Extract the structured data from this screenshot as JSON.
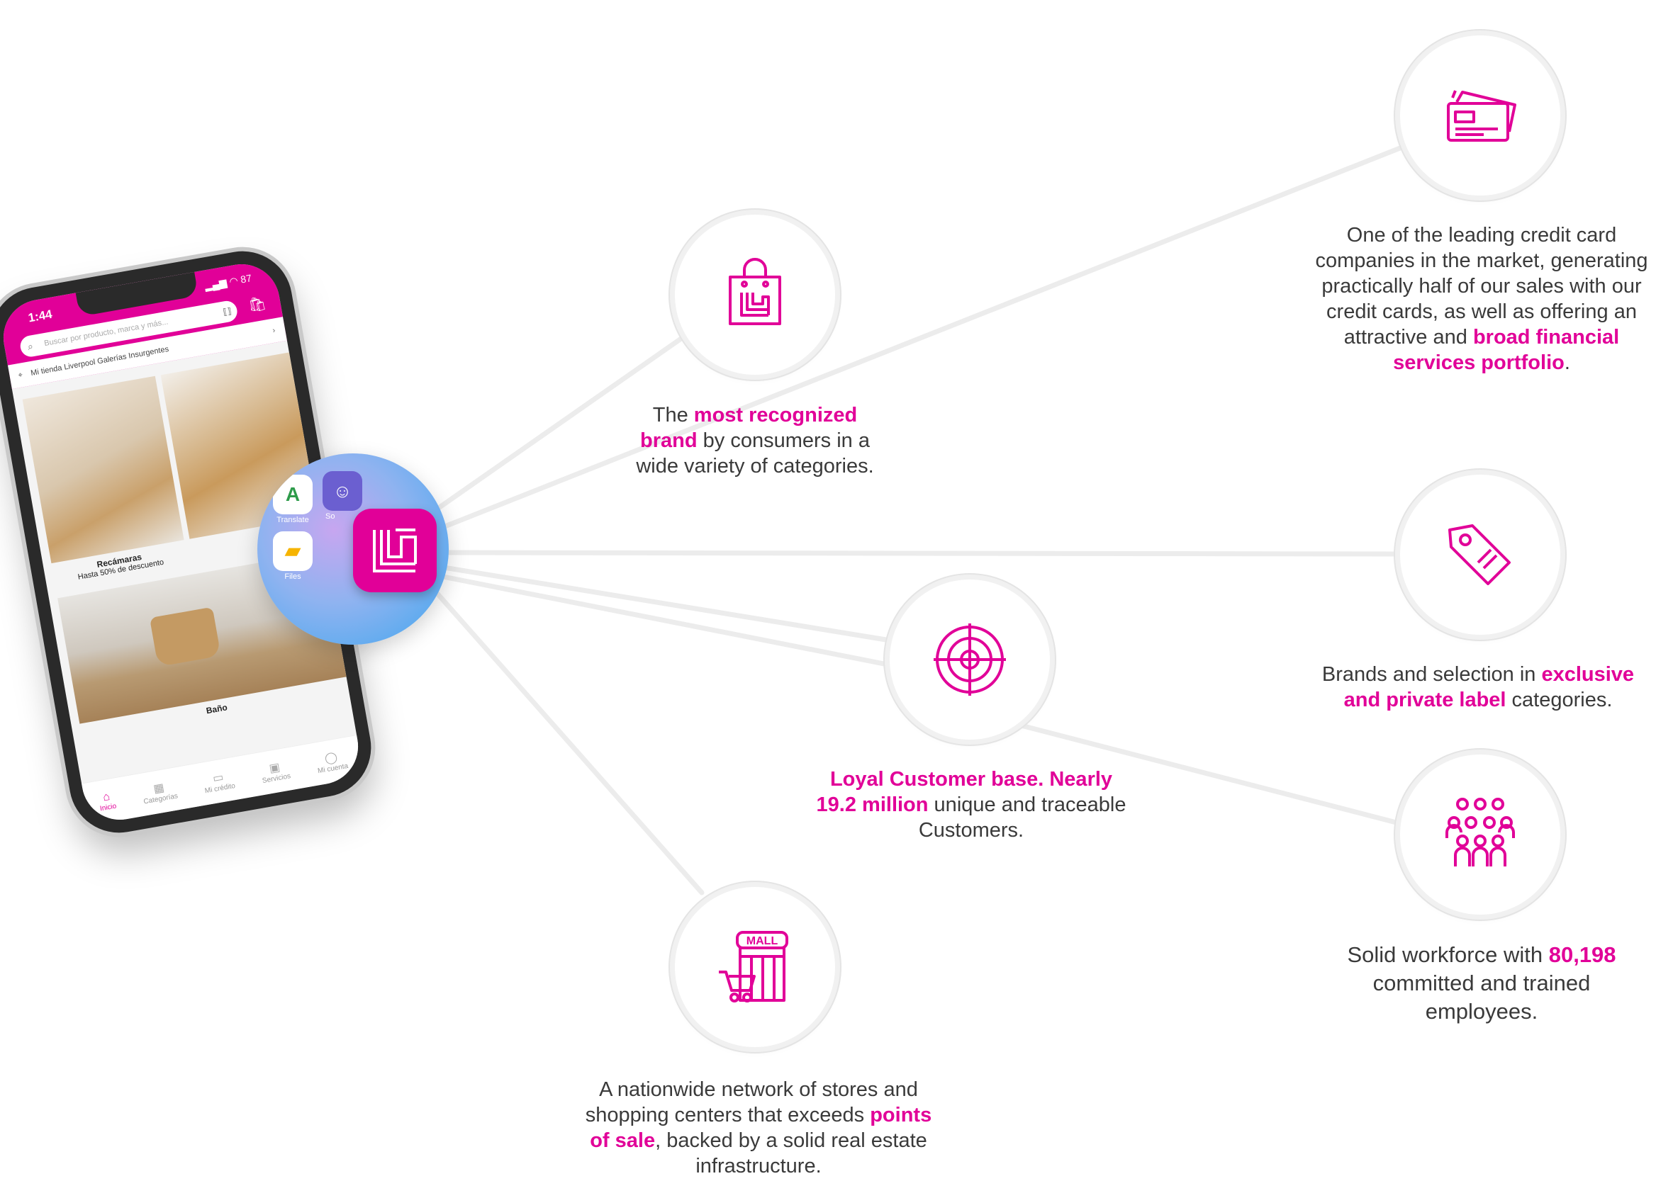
{
  "accent_color": "#e10098",
  "phone": {
    "status_time": "1:44",
    "status_battery": "87",
    "search_placeholder": "Buscar por producto, marca y más...",
    "store_label": "Mi tienda Liverpool Galerías Insurgentes",
    "tile_a_title": "Recámaras",
    "tile_a_subtitle": "Hasta 50% de descuento",
    "tile_c_title": "Baño",
    "nav": [
      "Inicio",
      "Categorías",
      "Mi crédito",
      "Servicios",
      "Mi cuenta"
    ],
    "app_labels": {
      "translate": "Translate",
      "social": "So",
      "files": "Files"
    }
  },
  "icons": {
    "brand": "shopping-bag-icon",
    "credit": "credit-cards-icon",
    "exclusive": "price-tag-icon",
    "loyal": "target-icon",
    "workforce": "people-group-icon",
    "stores": "mall-cart-icon"
  },
  "features": {
    "brand": {
      "pre": "The ",
      "bold": "most recognized brand",
      "post": " by consumers in a wide variety of categories."
    },
    "credit": {
      "pre": "One of the leading credit card companies in the market, generating practically half of our sales with our credit cards, as well as offering an attractive and ",
      "bold": "broad financial services portfolio",
      "post": "."
    },
    "exclusive": {
      "pre": "Brands and selection in ",
      "bold": "exclusive and private label",
      "post": " categories."
    },
    "loyal": {
      "bold": "Loyal Customer base. Nearly 19.2 million",
      "post": " unique and traceable Customers."
    },
    "workforce": {
      "pre": "Solid workforce with ",
      "bold": "80,198",
      "post": " committed and trained employees."
    },
    "stores": {
      "pre": "A nationwide network of stores and shopping centers that exceeds ",
      "bold": "points of sale",
      "post": ", backed by a solid real estate infrastructure."
    }
  }
}
